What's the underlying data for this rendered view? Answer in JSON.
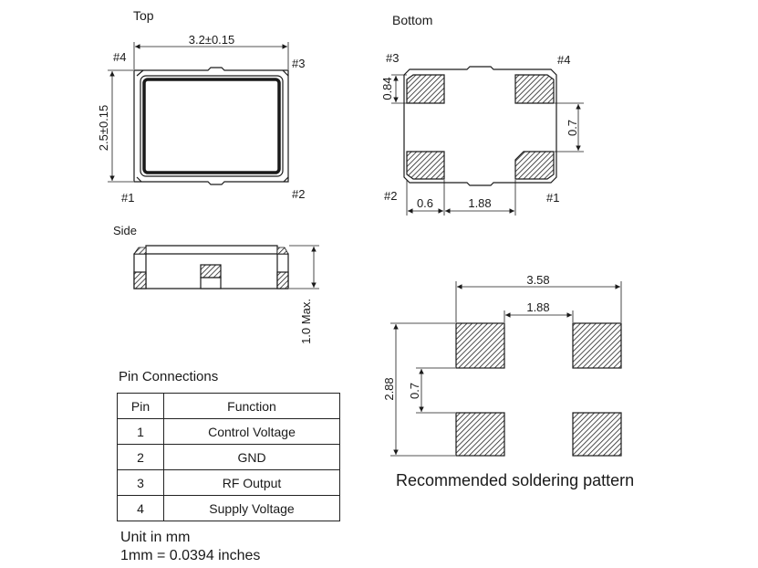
{
  "views": {
    "top_label": "Top",
    "bottom_label": "Bottom",
    "side_label": "Side"
  },
  "top_view": {
    "pin1": "#1",
    "pin2": "#2",
    "pin3": "#3",
    "pin4": "#4",
    "width_dim": "3.2±0.15",
    "height_dim": "2.5±0.15"
  },
  "bottom_view": {
    "pin1": "#1",
    "pin2": "#2",
    "pin3": "#3",
    "pin4": "#4",
    "pad_height_dim": "0.84",
    "pad_gap_dim": "0.7",
    "pad_width_dim": "0.6",
    "pad_pitch_dim": "1.88"
  },
  "side_view": {
    "height_dim": "1.0 Max."
  },
  "pin_table": {
    "title": "Pin Connections",
    "headers": [
      "Pin",
      "Function"
    ],
    "rows": [
      [
        "1",
        "Control Voltage"
      ],
      [
        "2",
        "GND"
      ],
      [
        "3",
        "RF Output"
      ],
      [
        "4",
        "Supply Voltage"
      ]
    ]
  },
  "units": {
    "line1": "Unit in mm",
    "line2": "1mm = 0.0394 inches"
  },
  "solder_pattern": {
    "overall_width_dim": "3.58",
    "inner_width_dim": "1.88",
    "overall_height_dim": "2.88",
    "gap_dim": "0.7",
    "caption": "Recommended soldering pattern"
  },
  "colors": {
    "line": "#1a1a1a",
    "hatch": "#333333"
  }
}
